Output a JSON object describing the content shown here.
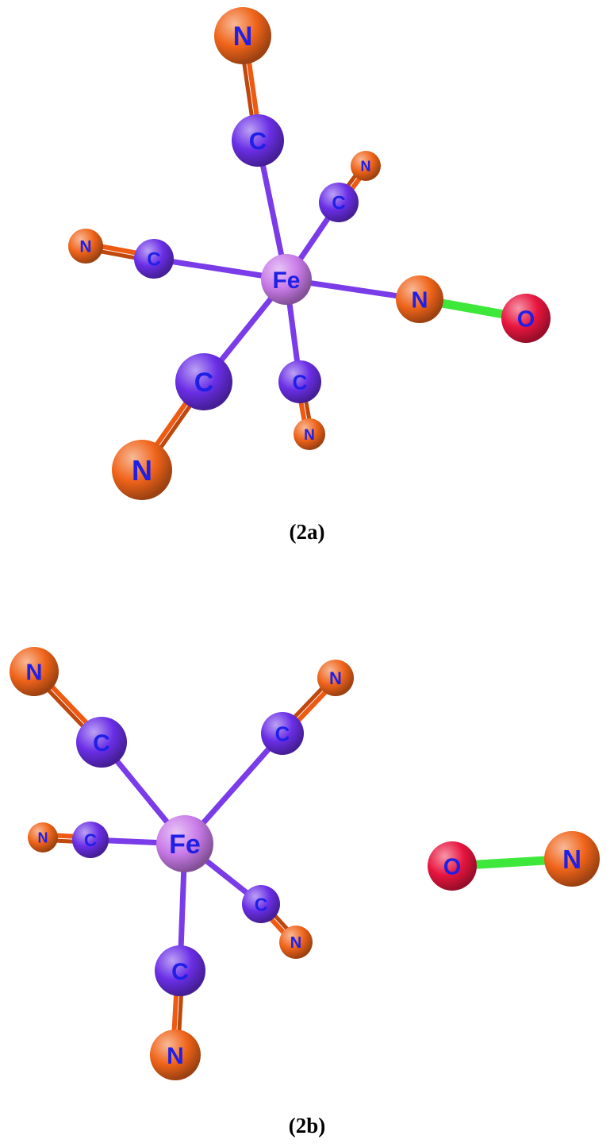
{
  "colors": {
    "fe": "#c97be8",
    "carbon": "#6a2ee6",
    "nitrogen": "#f0641a",
    "oxygen": "#e8153f",
    "metal_bond": "#7a3be8",
    "cn_bond": "#ee5a12",
    "no_bond": "#3ee83a",
    "label": "#1f1fe6"
  },
  "figures": [
    {
      "caption": "(2a)",
      "atoms": [
        {
          "id": "fe",
          "element": "Fe"
        },
        {
          "id": "c_top",
          "element": "C"
        },
        {
          "id": "n_top",
          "element": "N"
        },
        {
          "id": "c_upright",
          "element": "C"
        },
        {
          "id": "n_upright",
          "element": "N"
        },
        {
          "id": "c_left",
          "element": "C"
        },
        {
          "id": "n_left",
          "element": "N"
        },
        {
          "id": "c_lowleft",
          "element": "C"
        },
        {
          "id": "n_lowleft",
          "element": "N"
        },
        {
          "id": "c_bottom",
          "element": "C"
        },
        {
          "id": "n_bottom",
          "element": "N"
        },
        {
          "id": "n_nitrosyl",
          "element": "N"
        },
        {
          "id": "o_nitrosyl",
          "element": "O"
        }
      ],
      "bonds": [
        {
          "from": "fe",
          "to": "c_top",
          "kind": "metal"
        },
        {
          "from": "c_top",
          "to": "n_top",
          "kind": "cn"
        },
        {
          "from": "fe",
          "to": "c_upright",
          "kind": "metal"
        },
        {
          "from": "c_upright",
          "to": "n_upright",
          "kind": "cn"
        },
        {
          "from": "fe",
          "to": "c_left",
          "kind": "metal"
        },
        {
          "from": "c_left",
          "to": "n_left",
          "kind": "cn"
        },
        {
          "from": "fe",
          "to": "c_lowleft",
          "kind": "metal"
        },
        {
          "from": "c_lowleft",
          "to": "n_lowleft",
          "kind": "cn"
        },
        {
          "from": "fe",
          "to": "c_bottom",
          "kind": "metal"
        },
        {
          "from": "c_bottom",
          "to": "n_bottom",
          "kind": "cn"
        },
        {
          "from": "fe",
          "to": "n_nitrosyl",
          "kind": "metal"
        },
        {
          "from": "n_nitrosyl",
          "to": "o_nitrosyl",
          "kind": "no"
        }
      ]
    },
    {
      "caption": "(2b)",
      "atoms": [
        {
          "id": "fe",
          "element": "Fe"
        },
        {
          "id": "c_upleft",
          "element": "C"
        },
        {
          "id": "n_upleft",
          "element": "N"
        },
        {
          "id": "c_upright",
          "element": "C"
        },
        {
          "id": "n_upright",
          "element": "N"
        },
        {
          "id": "c_left",
          "element": "C"
        },
        {
          "id": "n_left",
          "element": "N"
        },
        {
          "id": "c_lowright",
          "element": "C"
        },
        {
          "id": "n_lowright",
          "element": "N"
        },
        {
          "id": "c_bottom",
          "element": "C"
        },
        {
          "id": "n_bottom",
          "element": "N"
        },
        {
          "id": "o_free",
          "element": "O"
        },
        {
          "id": "n_free",
          "element": "N"
        }
      ],
      "bonds": [
        {
          "from": "fe",
          "to": "c_upleft",
          "kind": "metal"
        },
        {
          "from": "c_upleft",
          "to": "n_upleft",
          "kind": "cn"
        },
        {
          "from": "fe",
          "to": "c_upright",
          "kind": "metal"
        },
        {
          "from": "c_upright",
          "to": "n_upright",
          "kind": "cn"
        },
        {
          "from": "fe",
          "to": "c_left",
          "kind": "metal"
        },
        {
          "from": "c_left",
          "to": "n_left",
          "kind": "cn"
        },
        {
          "from": "fe",
          "to": "c_lowright",
          "kind": "metal"
        },
        {
          "from": "c_lowright",
          "to": "n_lowright",
          "kind": "cn"
        },
        {
          "from": "fe",
          "to": "c_bottom",
          "kind": "metal"
        },
        {
          "from": "c_bottom",
          "to": "n_bottom",
          "kind": "cn"
        },
        {
          "from": "o_free",
          "to": "n_free",
          "kind": "no"
        }
      ]
    }
  ]
}
